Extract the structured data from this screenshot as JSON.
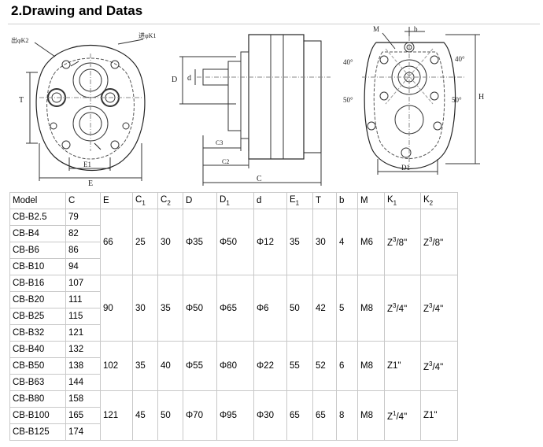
{
  "title": "2.Drawing and Datas",
  "drawing": {
    "front_labels": [
      "出φK2",
      "进φK1",
      "T",
      "E",
      "E1"
    ],
    "side_labels": [
      "D",
      "d",
      "C3",
      "C2",
      "C"
    ],
    "rear_labels": [
      "M",
      "b",
      "40°",
      "40°",
      "50°",
      "50°",
      "H",
      "D1"
    ]
  },
  "table": {
    "headers": [
      {
        "base": "Model",
        "sub": "",
        "sup": ""
      },
      {
        "base": "C",
        "sub": "",
        "sup": ""
      },
      {
        "base": "E",
        "sub": "",
        "sup": ""
      },
      {
        "base": "C",
        "sub": "1",
        "sup": ""
      },
      {
        "base": "C",
        "sub": "2",
        "sup": ""
      },
      {
        "base": "D",
        "sub": "",
        "sup": ""
      },
      {
        "base": "D",
        "sub": "1",
        "sup": ""
      },
      {
        "base": "d",
        "sub": "",
        "sup": ""
      },
      {
        "base": "E",
        "sub": "1",
        "sup": ""
      },
      {
        "base": "T",
        "sub": "",
        "sup": ""
      },
      {
        "base": "b",
        "sub": "",
        "sup": ""
      },
      {
        "base": "M",
        "sub": "",
        "sup": ""
      },
      {
        "base": "K",
        "sub": "1",
        "sup": ""
      },
      {
        "base": "K",
        "sub": "2",
        "sup": ""
      }
    ],
    "groups": [
      {
        "rows": [
          [
            "CB-B2.5",
            "79"
          ],
          [
            "CB-B4",
            "82"
          ],
          [
            "CB-B6",
            "86"
          ],
          [
            "CB-B10",
            "94"
          ]
        ],
        "E": "66",
        "C1": "25",
        "C2": "30",
        "D": "Φ35",
        "D1": "Φ50",
        "d": "Φ12",
        "E1": "35",
        "T": "30",
        "b": "4",
        "M": "M6",
        "K1": {
          "pre": "Z",
          "sup": "3",
          "post": "/8\""
        },
        "K2": {
          "pre": "Z",
          "sup": "3",
          "post": "/8\""
        }
      },
      {
        "rows": [
          [
            "CB-B16",
            "107"
          ],
          [
            "CB-B20",
            "111"
          ],
          [
            "CB-B25",
            "115"
          ],
          [
            "CB-B32",
            "121"
          ]
        ],
        "E": "90",
        "C1": "30",
        "C2": "35",
        "D": "Φ50",
        "D1": "Φ65",
        "d": "Φ6",
        "E1": "50",
        "T": "42",
        "b": "5",
        "M": "M8",
        "K1": {
          "pre": "Z",
          "sup": "3",
          "post": "/4\""
        },
        "K2": {
          "pre": "Z",
          "sup": "3",
          "post": "/4\""
        }
      },
      {
        "rows": [
          [
            "CB-B40",
            "132"
          ],
          [
            "CB-B50",
            "138"
          ],
          [
            "CB-B63",
            "144"
          ]
        ],
        "E": "102",
        "C1": "35",
        "C2": "40",
        "D": "Φ55",
        "D1": "Φ80",
        "d": "Φ22",
        "E1": "55",
        "T": "52",
        "b": "6",
        "M": "M8",
        "K1": {
          "pre": "Z1\"",
          "sup": "",
          "post": ""
        },
        "K2": {
          "pre": "Z",
          "sup": "3",
          "post": "/4\""
        }
      },
      {
        "rows": [
          [
            "CB-B80",
            "158"
          ],
          [
            "CB-B100",
            "165"
          ],
          [
            "CB-B125",
            "174"
          ]
        ],
        "E": "121",
        "C1": "45",
        "C2": "50",
        "D": "Φ70",
        "D1": "Φ95",
        "d": "Φ30",
        "E1": "65",
        "T": "65",
        "b": "8",
        "M": "M8",
        "K1": {
          "pre": "Z",
          "sup": "1",
          "post": "/4\""
        },
        "K2": {
          "pre": "Z1\"",
          "sup": "",
          "post": ""
        }
      }
    ]
  }
}
